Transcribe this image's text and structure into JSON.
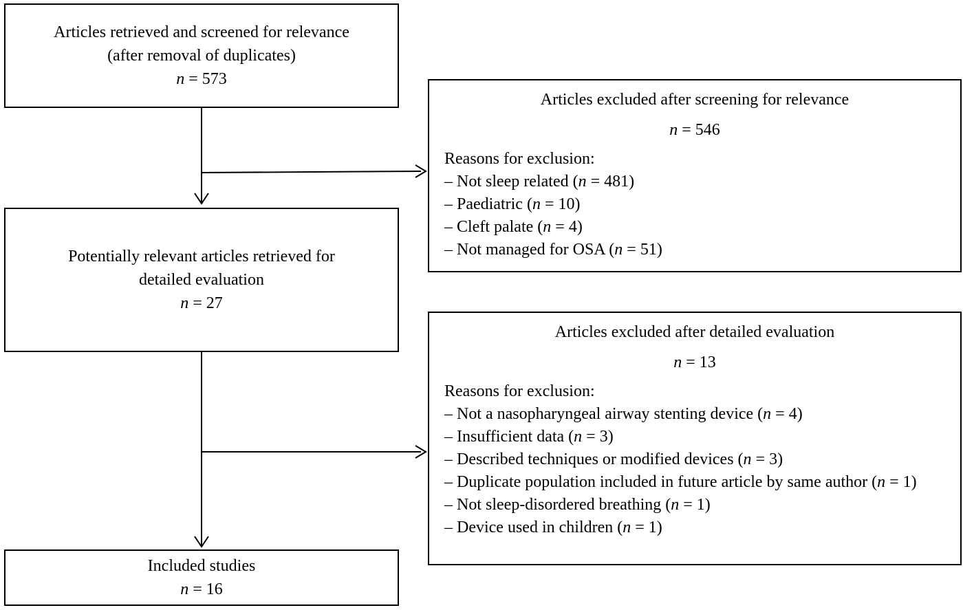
{
  "diagram_type": "prisma-flow",
  "colors": {
    "background": "#ffffff",
    "box_border": "#000000",
    "text": "#000000",
    "arrow": "#000000"
  },
  "boxes": {
    "screened": {
      "line1": "Articles retrieved and screened for relevance",
      "line2": "(after removal of duplicates)",
      "count": "n = 573"
    },
    "excluded_screening": {
      "title": "Articles excluded after screening for relevance",
      "count": "n = 546",
      "reasons_label": "Reasons for exclusion:",
      "reasons": [
        "– Not sleep related (n = 481)",
        "– Paediatric (n = 10)",
        "– Cleft palate (n = 4)",
        "– Not managed for OSA (n = 51)"
      ]
    },
    "detailed": {
      "line1": "Potentially relevant articles retrieved for",
      "line2": "detailed evaluation",
      "count": "n = 27"
    },
    "excluded_detailed": {
      "title": "Articles excluded after detailed evaluation",
      "count": "n = 13",
      "reasons_label": "Reasons for exclusion:",
      "reasons": [
        "– Not a nasopharyngeal airway stenting device (n = 4)",
        "– Insufficient data (n = 3)",
        "– Described techniques or modified devices (n = 3)",
        "– Duplicate population included in future article by same author (n = 1)",
        "– Not sleep-disordered breathing (n = 1)",
        "– Device used in children (n = 1)"
      ]
    },
    "included": {
      "line1": "Included studies",
      "count": "n = 16"
    }
  },
  "edges": [
    {
      "from": "screened",
      "to": "detailed",
      "branch_to": "excluded_screening"
    },
    {
      "from": "detailed",
      "to": "included",
      "branch_to": "excluded_detailed"
    }
  ]
}
